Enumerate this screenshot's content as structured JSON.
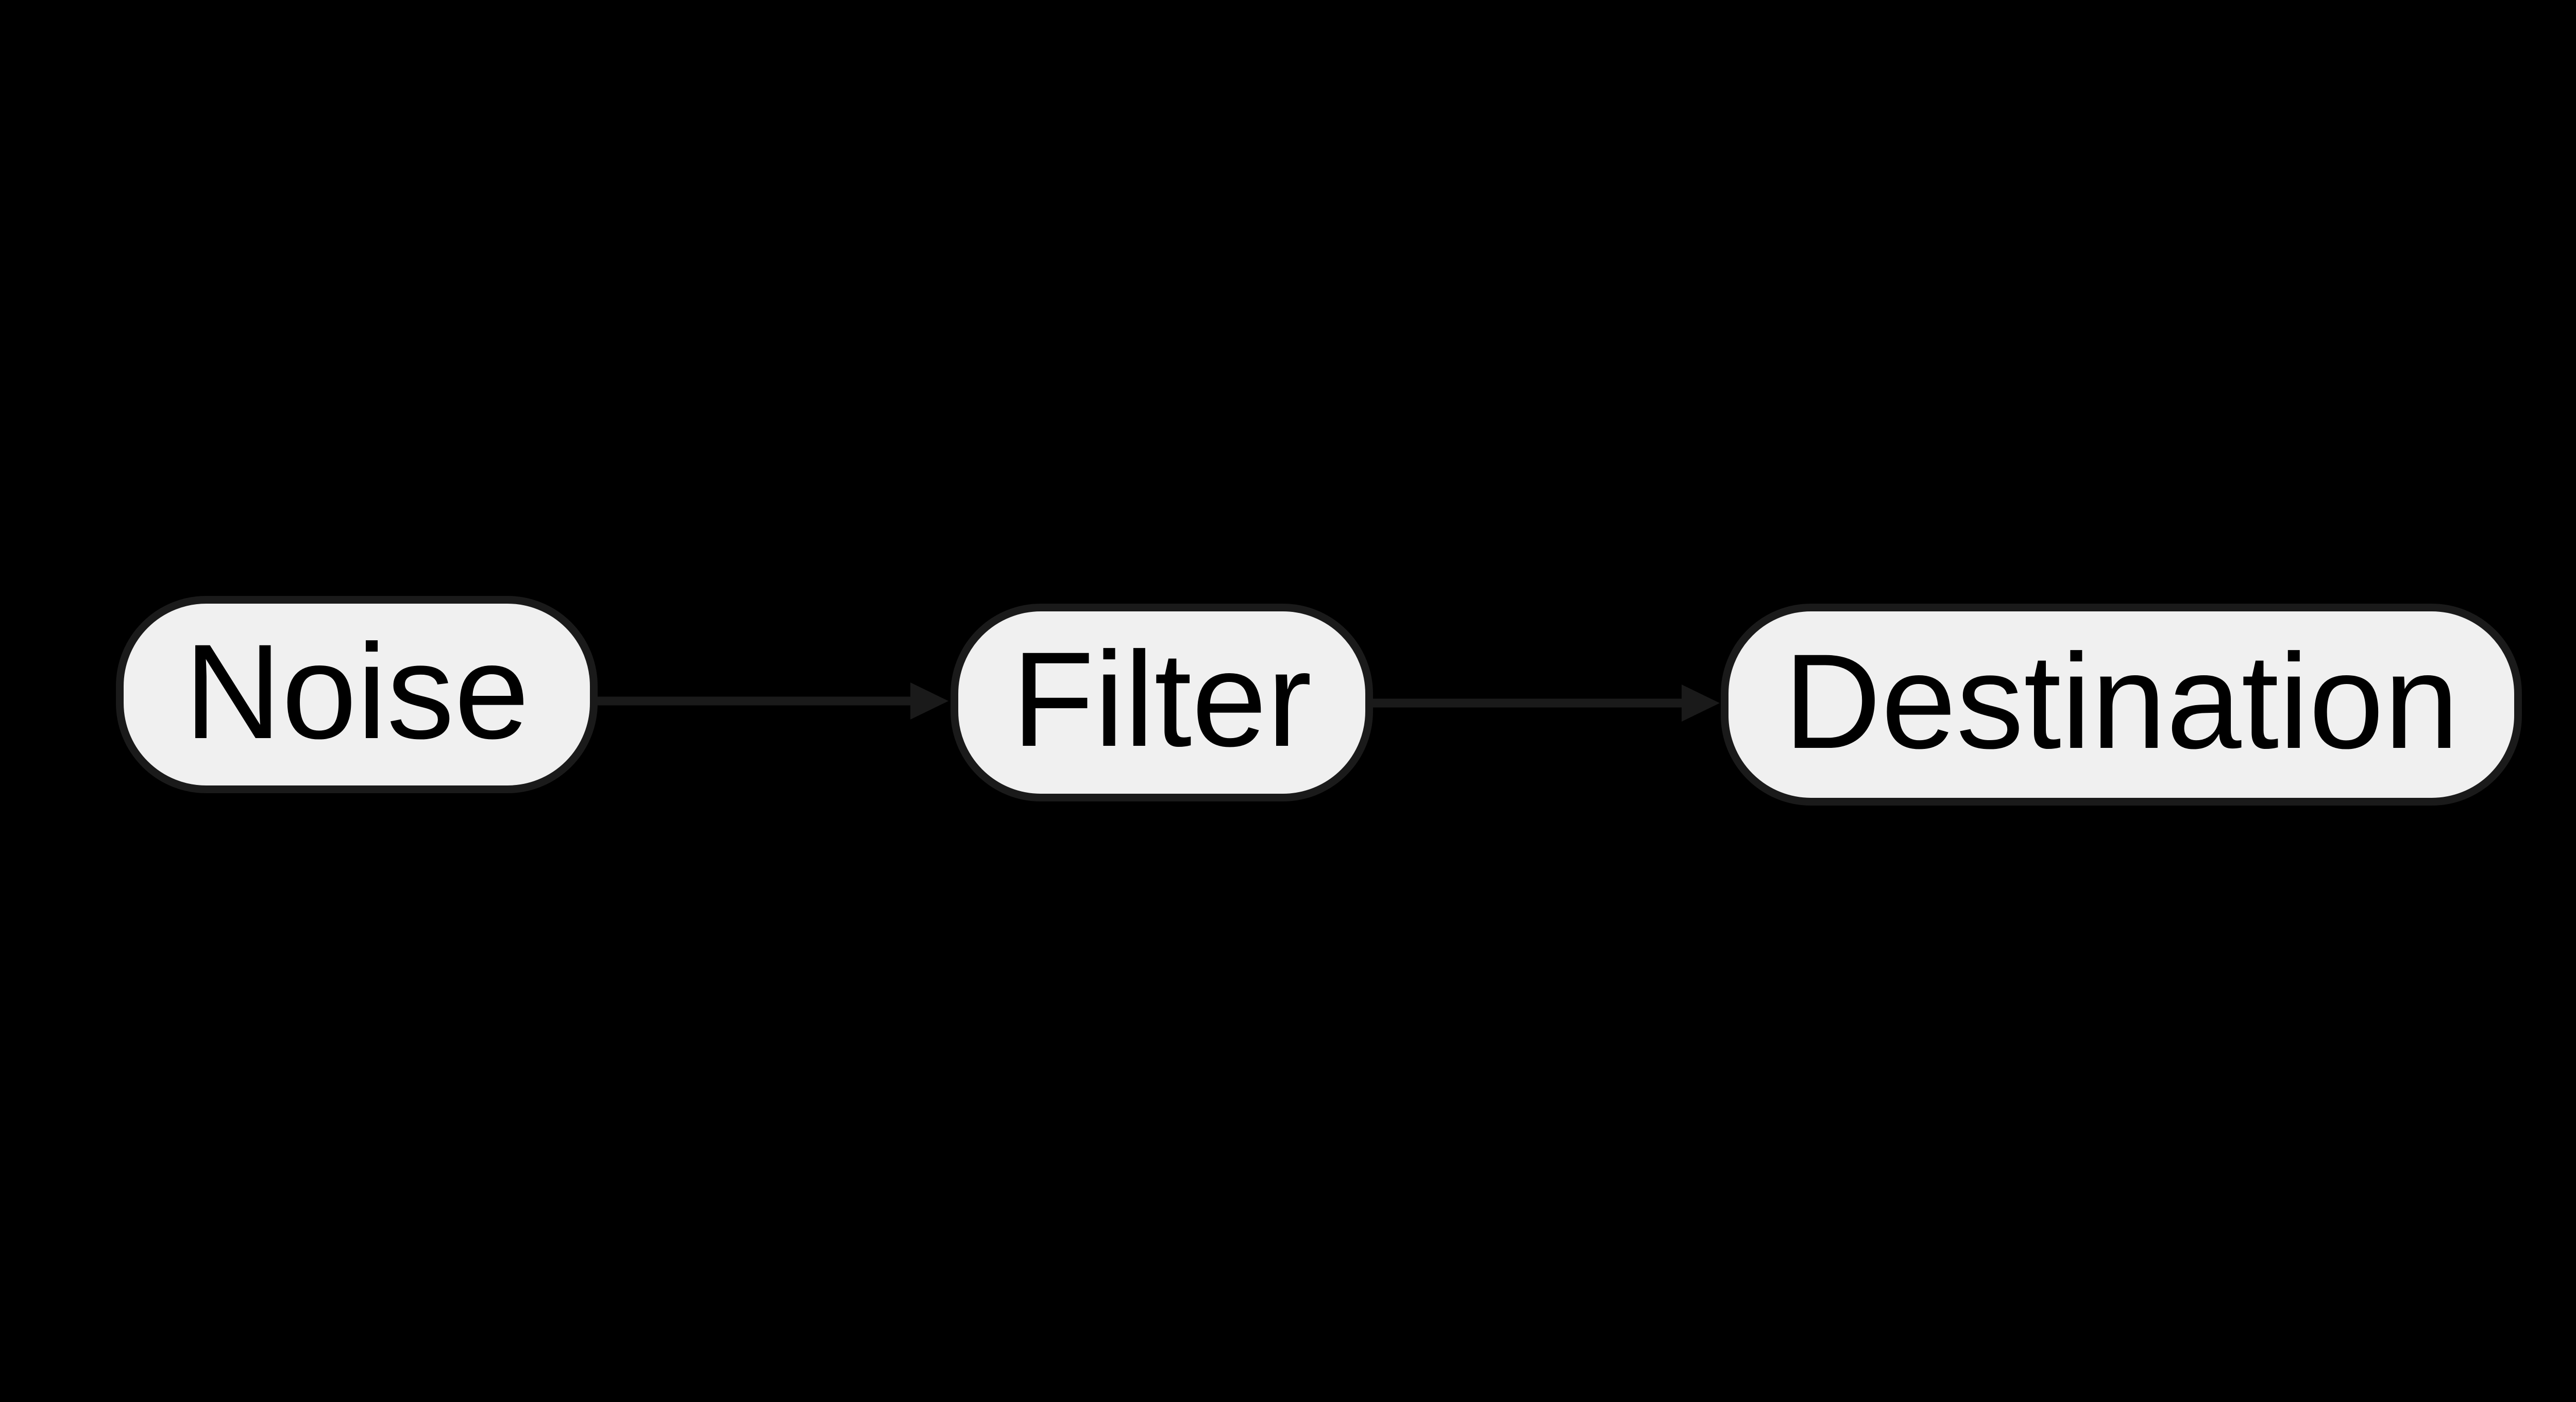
{
  "diagram": {
    "type": "flowchart",
    "direction": "left-to-right",
    "nodes": [
      {
        "id": "noise",
        "label": "Noise",
        "shape": "rounded-pill"
      },
      {
        "id": "filter",
        "label": "Filter",
        "shape": "rounded-pill"
      },
      {
        "id": "destination",
        "label": "Destination",
        "shape": "rounded-pill"
      }
    ],
    "edges": [
      {
        "from": "noise",
        "to": "filter",
        "style": "solid-arrow"
      },
      {
        "from": "filter",
        "to": "destination",
        "style": "solid-arrow"
      }
    ]
  },
  "colors": {
    "background": "#000000",
    "node_fill": "#f0f0f0",
    "node_border": "#1a1a1a",
    "node_text": "#000000",
    "edge": "#1a1a1a"
  }
}
